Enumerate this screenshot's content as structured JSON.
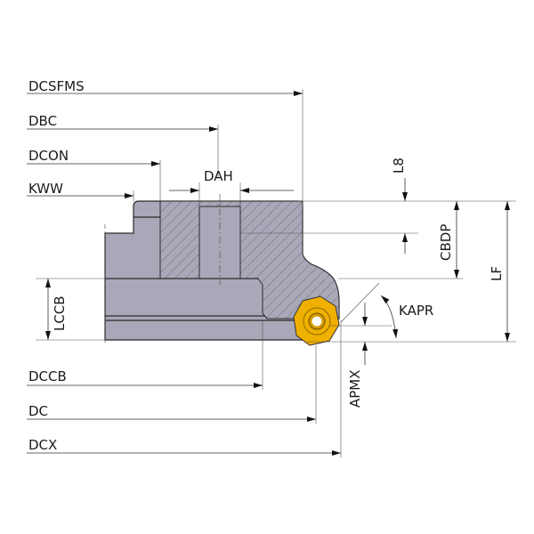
{
  "title": "Face mill cutter dimension drawing",
  "labels": {
    "dcsfms": "DCSFMS",
    "dbc": "DBC",
    "dcon": "DCON",
    "kww": "KWW",
    "dah": "DAH",
    "l8": "L8",
    "cbdp": "CBDP",
    "lf": "LF",
    "lccb": "LCCB",
    "kapr": "KAPR",
    "apmx": "APMX",
    "dccb": "DCCB",
    "dc": "DC",
    "dcx": "DCX"
  },
  "colors": {
    "body": "#a9a8b9",
    "insert": "#f0b000",
    "line": "#2a2a2a"
  }
}
